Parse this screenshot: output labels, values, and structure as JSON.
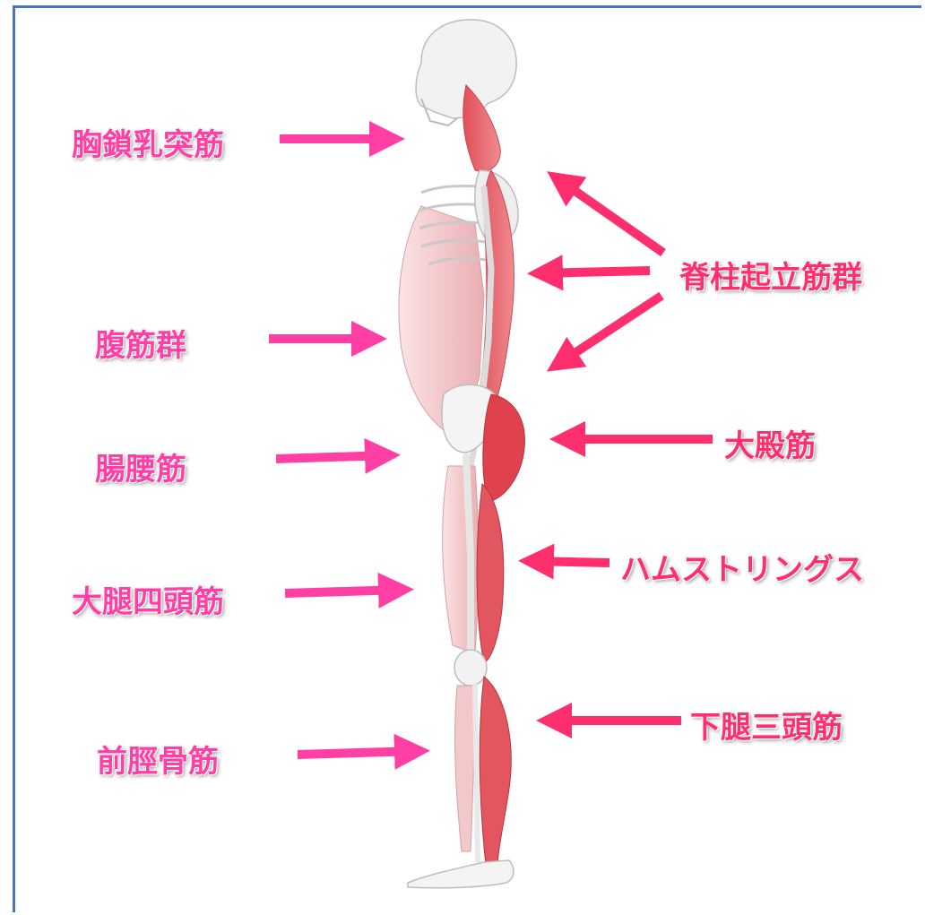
{
  "diagram": {
    "labels_left": [
      {
        "id": "scm",
        "text": "胸鎖乳突筋"
      },
      {
        "id": "abdominals",
        "text": "腹筋群"
      },
      {
        "id": "iliopsoas",
        "text": "腸腰筋"
      },
      {
        "id": "quadriceps",
        "text": "大腿四頭筋"
      },
      {
        "id": "tibialis",
        "text": "前脛骨筋"
      }
    ],
    "labels_right": [
      {
        "id": "erector",
        "text": "脊柱起立筋群"
      },
      {
        "id": "gluteus",
        "text": "大殿筋"
      },
      {
        "id": "hamstrings",
        "text": "ハムストリングス"
      },
      {
        "id": "triceps_surae",
        "text": "下腿三頭筋"
      }
    ]
  },
  "colors": {
    "frame": "#4a76b8",
    "left_label": "#ff3fa3",
    "right_label": "#ff2f6e",
    "left_arrow": "#ff3fa3",
    "right_arrow": "#ff2f6e",
    "muscle_front": "#f4c4c6",
    "muscle_back": "#e8636b",
    "bone": "#f5f5f5"
  }
}
